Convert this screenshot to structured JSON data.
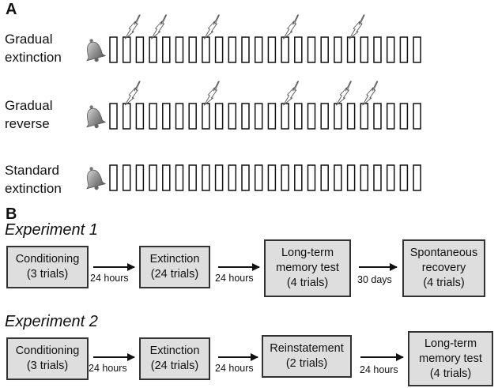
{
  "panel_a": {
    "letter": "A",
    "trials_per_row": 24,
    "rows": [
      {
        "label_line1": "Gradual",
        "label_line2": "extinction",
        "shock_trials": [
          1,
          3,
          7,
          13,
          18
        ]
      },
      {
        "label_line1": "Gradual",
        "label_line2": "reverse",
        "shock_trials": [
          1,
          7,
          13,
          17,
          19
        ]
      },
      {
        "label_line1": "Standard",
        "label_line2": "extinction",
        "shock_trials": []
      }
    ],
    "tone_icon": "bell-icon",
    "shock_icon": "lightning-bolt-icon"
  },
  "panel_b": {
    "letter": "B",
    "experiments": [
      {
        "title": "Experiment 1",
        "boxes": [
          {
            "lines": [
              "Conditioning",
              "(3 trials)"
            ]
          },
          {
            "lines": [
              "Extinction",
              "(24 trials)"
            ]
          },
          {
            "lines": [
              "Long-term",
              "memory test",
              "(4 trials)"
            ]
          },
          {
            "lines": [
              "Spontaneous",
              "recovery",
              "(4 trials)"
            ]
          }
        ],
        "intervals": [
          "24 hours",
          "24 hours",
          "30 days"
        ]
      },
      {
        "title": "Experiment 2",
        "boxes": [
          {
            "lines": [
              "Conditioning",
              "(3 trials)"
            ]
          },
          {
            "lines": [
              "Extinction",
              "(24 trials)"
            ]
          },
          {
            "lines": [
              "Reinstatement",
              "(2 trials)"
            ]
          },
          {
            "lines": [
              "Long-term",
              "memory test",
              "(4 trials)"
            ]
          }
        ],
        "intervals": [
          "24 hours",
          "24 hours",
          "24 hours"
        ]
      }
    ]
  }
}
